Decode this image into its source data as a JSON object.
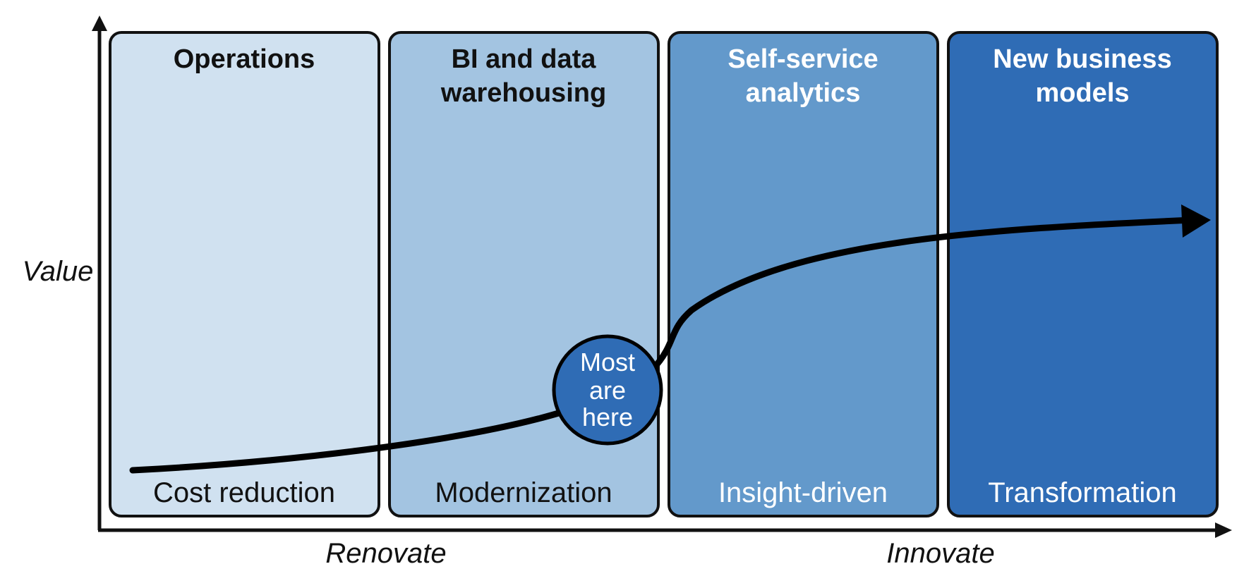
{
  "diagram": {
    "y_axis_label": "Value",
    "x_axis_left_label": "Renovate",
    "x_axis_right_label": "Innovate",
    "stages": [
      {
        "title_lines": [
          "Operations"
        ],
        "bottom_label": "Cost reduction",
        "fill": "#d0e1f0",
        "text_color": "#111111"
      },
      {
        "title_lines": [
          "BI and data",
          "warehousing"
        ],
        "bottom_label": "Modernization",
        "fill": "#a3c4e1",
        "text_color": "#111111"
      },
      {
        "title_lines": [
          "Self-service",
          "analytics"
        ],
        "bottom_label": "Insight-driven",
        "fill": "#6399cb",
        "text_color": "#ffffff"
      },
      {
        "title_lines": [
          "New business",
          "models"
        ],
        "bottom_label": "Transformation",
        "fill": "#2f6cb5",
        "text_color": "#ffffff"
      }
    ],
    "marker": {
      "lines": [
        "Most",
        "are",
        "here"
      ],
      "fill": "#2f6cb5"
    }
  }
}
